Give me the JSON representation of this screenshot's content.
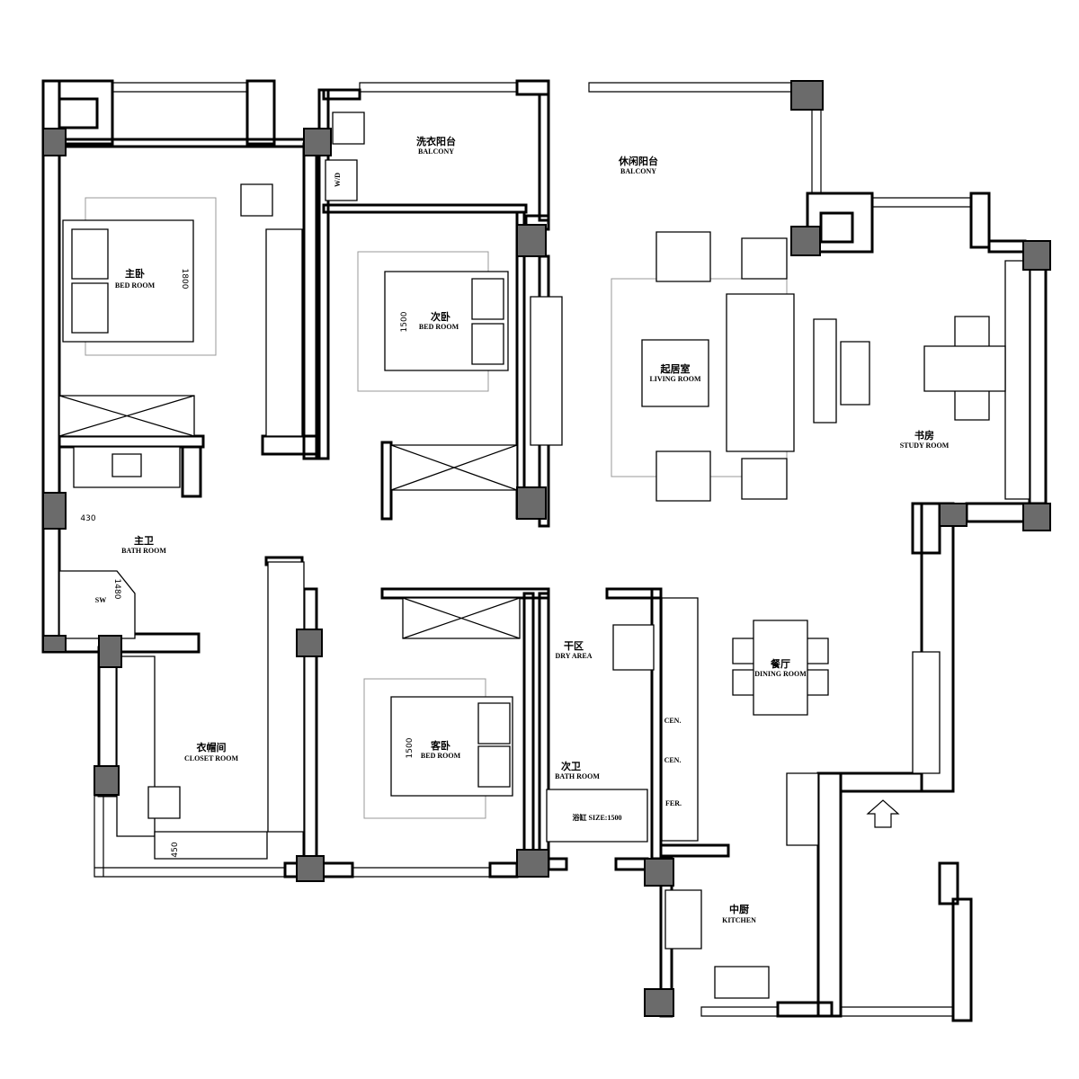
{
  "rooms": {
    "master_bedroom": {
      "zh": "主卧",
      "en": "BED ROOM",
      "bed_size": "1800"
    },
    "second_bedroom": {
      "zh": "次卧",
      "en": "BED ROOM",
      "bed_size": "1500"
    },
    "laundry_balcony": {
      "zh": "洗衣阳台",
      "en": "BALCONY",
      "washer": "W/D"
    },
    "leisure_balcony": {
      "zh": "休闲阳台",
      "en": "BALCONY"
    },
    "living_room": {
      "zh": "起居室",
      "en": "LIVING ROOM"
    },
    "study_room": {
      "zh": "书房",
      "en": "STUDY ROOM"
    },
    "master_bath": {
      "zh": "主卫",
      "en": "BATH ROOM",
      "dim_width": "430",
      "dim_depth": "1480",
      "shower": "SW"
    },
    "closet": {
      "zh": "衣帽间",
      "en": "CLOSET ROOM",
      "dim": "450"
    },
    "guest_bedroom": {
      "zh": "客卧",
      "en": "BED ROOM",
      "bed_size": "1500"
    },
    "dry_area": {
      "zh": "干区",
      "en": "DRY AREA"
    },
    "second_bath": {
      "zh": "次卫",
      "en": "BATH ROOM",
      "tub": "浴缸  SIZE:1500"
    },
    "dining_room": {
      "zh": "餐厅",
      "en": "DINING ROOM"
    },
    "kitchen": {
      "zh": "中厨",
      "en": "KITCHEN",
      "cabinets": [
        "CEN.",
        "CEN.",
        "FER."
      ]
    }
  },
  "colors": {
    "column": "#6b6b6b",
    "wall": "#000000"
  }
}
